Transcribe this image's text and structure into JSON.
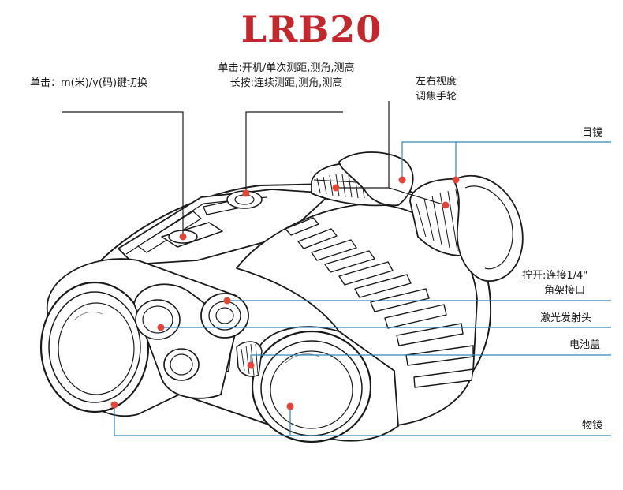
{
  "title": "LRB20",
  "labels": {
    "m_y_switch": "单击：m(米)/y(码)键切换",
    "power_line1": "单击:开机/单次测距,测角,测高",
    "power_line2": "长按:连续测距,测角,测高",
    "focus_line1": "左右视度",
    "focus_line2": "调焦手轮",
    "eyepiece": "目镜",
    "tripod_line1": "拧开:连接1/4\"",
    "tripod_line2": "角架接口",
    "laser": "激光发射头",
    "battery": "电池盖",
    "objective": "物镜"
  },
  "colors": {
    "title": "#c0282e",
    "callout_dot": "#e0473a",
    "leader_black": "#1a1a1a",
    "leader_blue": "#2d86b8"
  }
}
